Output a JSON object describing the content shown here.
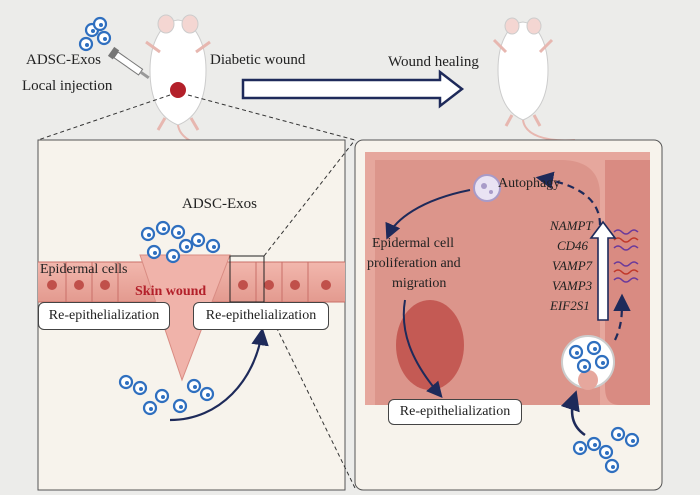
{
  "top": {
    "injection_line1": "ADSC-Exos",
    "injection_line2": "Local injection",
    "diabetic_label": "Diabetic wound",
    "healing_label": "Wound healing"
  },
  "left_panel": {
    "exos_label": "ADSC-Exos",
    "epidermal_label": "Epidermal cells",
    "wound_label": "Skin wound",
    "reepi_left": "Re-epithelialization",
    "reepi_right": "Re-epithelialization"
  },
  "right_panel": {
    "autophagy_label": "Autophagy",
    "prolif_line1": "Epidermal cell",
    "prolif_line2": "proliferation and",
    "prolif_line3": "migration",
    "reepi_label": "Re-epithelialization",
    "genes": [
      "NAMPT",
      "CD46",
      "VAMP7",
      "VAMP3",
      "EIF2S1"
    ]
  },
  "colors": {
    "skin": "#e8a89e",
    "skin_dark": "#c96f68",
    "panel_bg": "#f7f3ec",
    "wound_red": "#b3202a",
    "arrow_navy": "#1e2a5a",
    "exo_blue": "#2f6fbf"
  }
}
